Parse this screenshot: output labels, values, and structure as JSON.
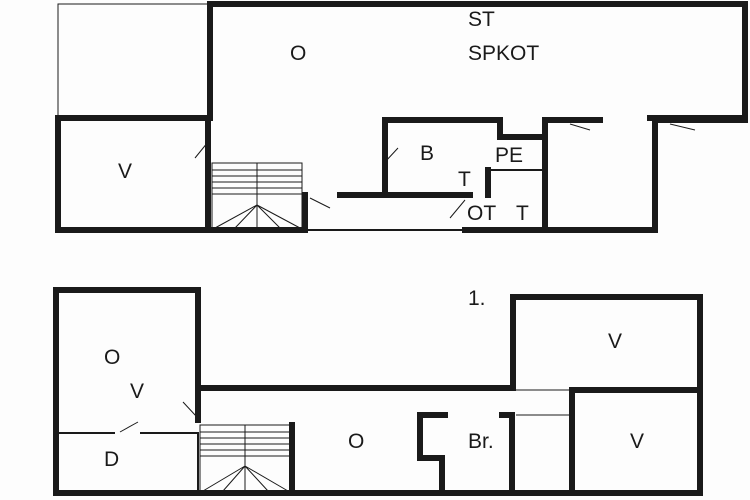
{
  "ground_floor": {
    "labels": {
      "st": "ST",
      "spkot": "SPKOT",
      "o": "O",
      "v": "V",
      "b": "B",
      "t1": "T",
      "pe": "PE",
      "ot": "OT",
      "t2": "T"
    }
  },
  "first_floor": {
    "floor_number": "1.",
    "labels": {
      "o_top": "O",
      "v_left": "V",
      "d": "D",
      "o_center": "O",
      "br": "Br.",
      "v_right_top": "V",
      "v_right_bottom": "V"
    }
  }
}
